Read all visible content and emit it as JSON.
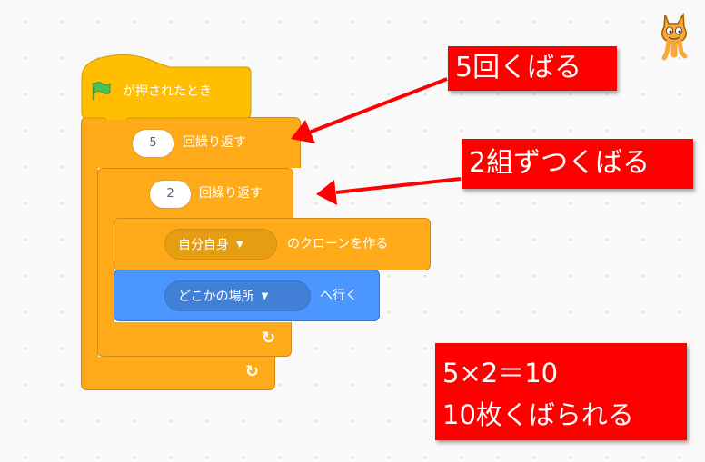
{
  "colors": {
    "control": "#ffab19",
    "control_dark": "#cf8b17",
    "motion": "#4c97ff",
    "callout": "#ff0000",
    "flag": "#4cbf56"
  },
  "blocks": {
    "hat": {
      "label": "が押されたとき",
      "icon": "green-flag-icon"
    },
    "outer_repeat": {
      "count": "5",
      "label": "回繰り返す",
      "icon": "loop-arrow-icon"
    },
    "inner_repeat": {
      "count": "2",
      "label": "回繰り返す",
      "icon": "loop-arrow-icon"
    },
    "clone": {
      "target": "自分自身",
      "label": "のクローンを作る"
    },
    "goto": {
      "target": "どこかの場所",
      "label": "へ行く"
    }
  },
  "annotations": {
    "callout1": "5回くばる",
    "callout2": "2組ずつくばる",
    "result_line1": "5×2＝10",
    "result_line2": "10枚くばられる"
  },
  "sprite_icon": "scratch-cat-icon"
}
